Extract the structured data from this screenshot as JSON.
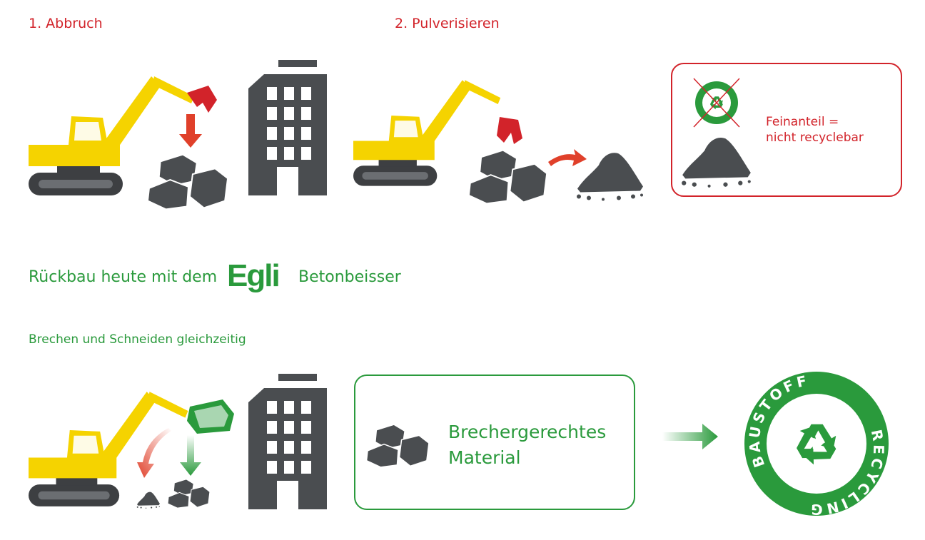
{
  "colors": {
    "red": "#d2232a",
    "green": "#2a9a3c",
    "yellow": "#f5d300",
    "dark": "#4a4d50"
  },
  "step1": {
    "label": "1. Abbruch"
  },
  "step2": {
    "label": "2. Pulverisieren"
  },
  "fine_box": {
    "line1": "Feinanteil =",
    "line2": "nicht recyclebar"
  },
  "headline": {
    "before": "Rückbau heute mit dem",
    "logo": "Egli",
    "after": "Betonbeisser"
  },
  "subline": "Brechen und Schneiden gleichzeitig",
  "material_box": {
    "line1": "Brechergerechtes",
    "line2": "Material"
  },
  "badge": {
    "top": "BAUSTOFF",
    "bottom": "RECYCLING"
  }
}
